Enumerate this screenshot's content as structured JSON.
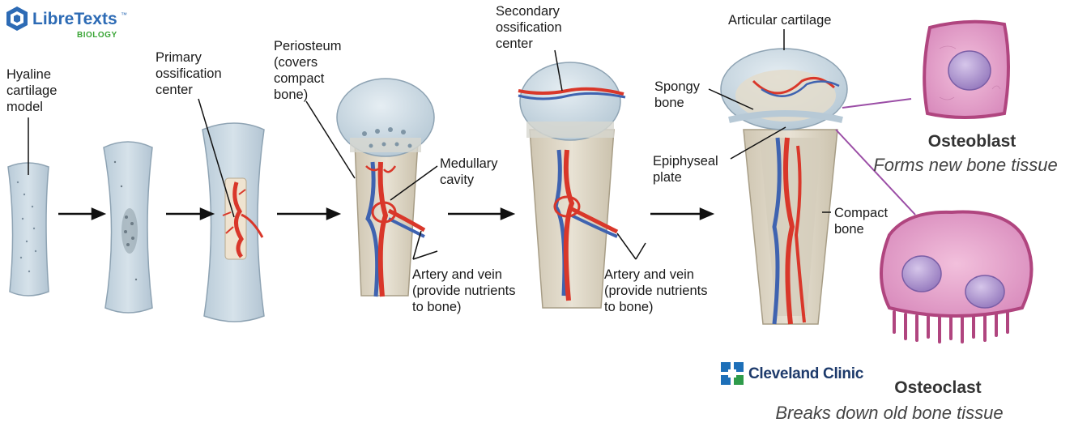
{
  "branding": {
    "libretexts_name": "LibreTexts",
    "libretexts_tm": "™",
    "libretexts_sub": "BIOLOGY",
    "clinic_name": "Cleveland Clinic"
  },
  "labels": {
    "hyaline": "Hyaline\ncartilage\nmodel",
    "primary": "Primary\nossification\ncenter",
    "periosteum": "Periosteum\n(covers\ncompact\nbone)",
    "medullary": "Medullary\ncavity",
    "artery1": "Artery and vein\n(provide nutrients\nto bone)",
    "secondary": "Secondary\nossification\ncenter",
    "artery2": "Artery and vein\n(provide nutrients\nto bone)",
    "articular": "Articular cartilage",
    "spongy": "Spongy\nbone",
    "epiphyseal": "Epiphyseal\nplate",
    "compact": "Compact\nbone"
  },
  "cells": {
    "osteoblast_title": "Osteoblast",
    "osteoblast_desc": "Forms new bone tissue",
    "osteoclast_title": "Osteoclast",
    "osteoclast_desc": "Breaks down old bone tissue"
  },
  "colors": {
    "cartilage": "#c9d8e3",
    "bone": "#ddd6c6",
    "artery": "#d9372a",
    "vein": "#3f63b0",
    "cell_fill": "#e9a6cf",
    "cell_border": "#b0457f",
    "nucleus": "#a98bc9",
    "pointer": "#9b4ea6"
  }
}
